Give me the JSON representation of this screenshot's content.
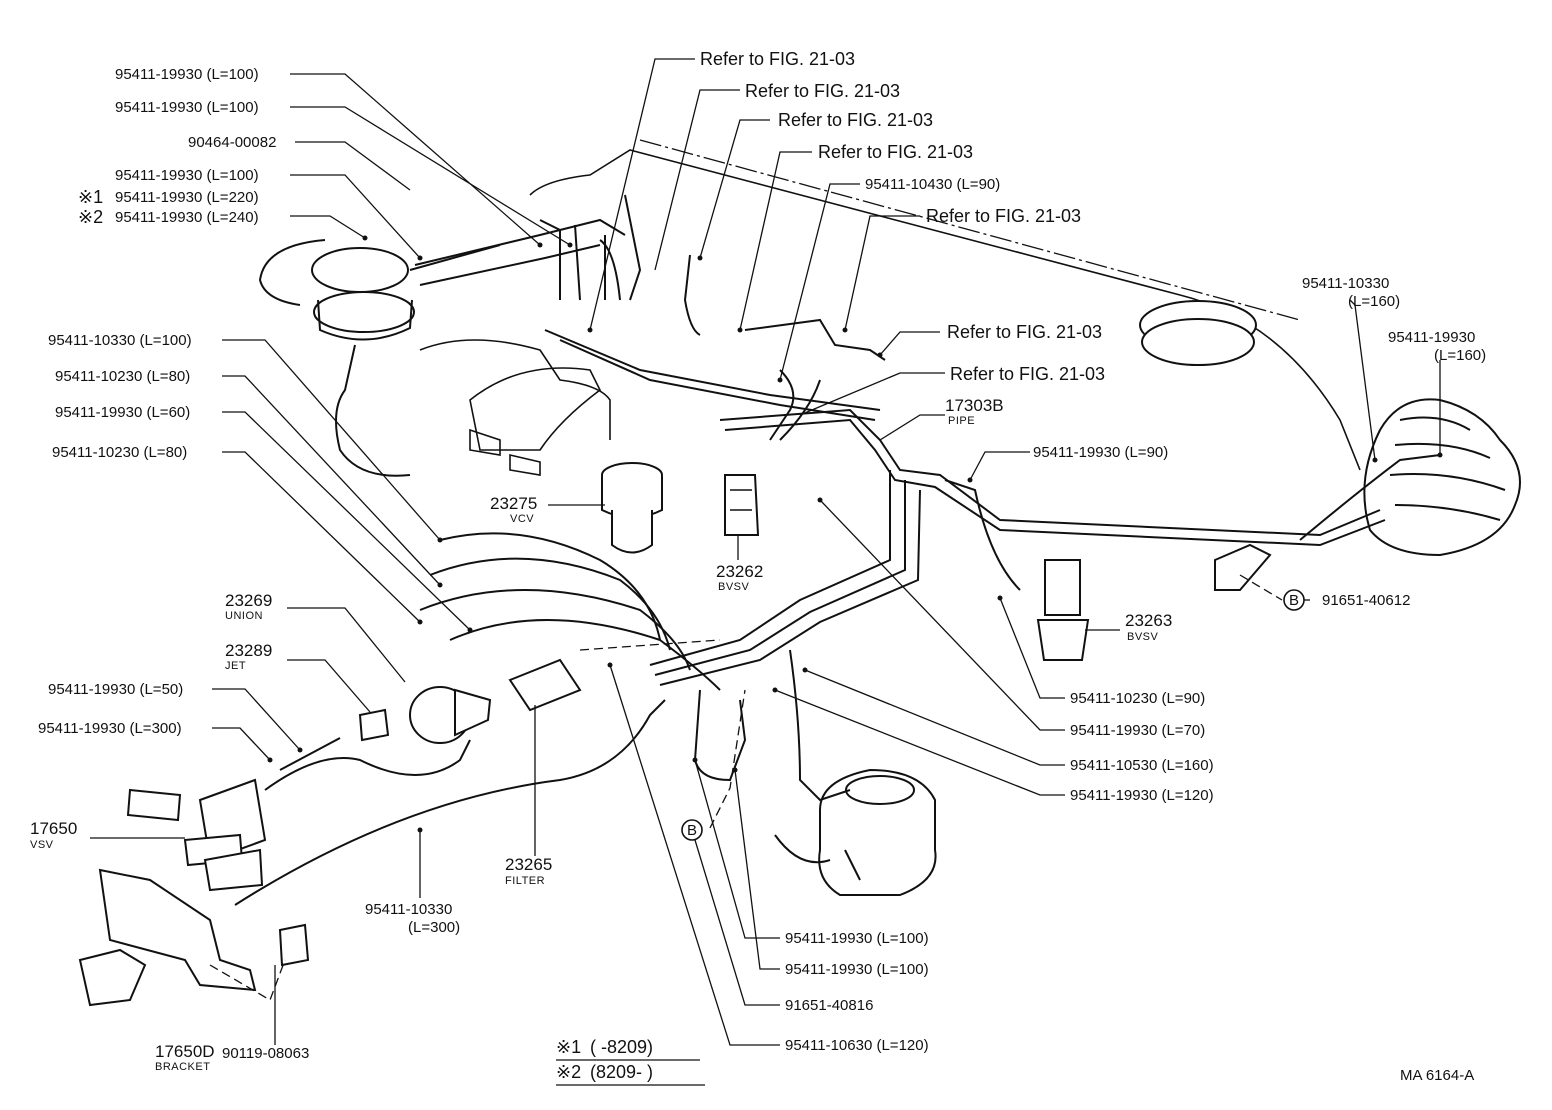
{
  "callouts": {
    "c01": "95411-19930 (L=100)",
    "c02": "95411-19930 (L=100)",
    "c03": "90464-00082",
    "c04": "95411-19930 (L=100)",
    "c05": "95411-19930 (L=220)",
    "c06": "95411-19930 (L=240)",
    "mark1": "※1",
    "mark2": "※2",
    "c07": "95411-10330 (L=100)",
    "c08": "95411-10230 (L=80)",
    "c09": "95411-19930 (L=60)",
    "c10": "95411-10230 (L=80)",
    "c11": "95411-19930 (L=50)",
    "c12": "95411-19930 (L=300)",
    "c13": "95411-10330",
    "c13b": "(L=300)",
    "c14": "95411-19930 (L=100)",
    "c15": "95411-19930 (L=100)",
    "c16": "91651-40816",
    "c17": "95411-10630 (L=120)",
    "c18": "90119-08063",
    "c19": "95411-10430 (L=90)",
    "c20": "95411-10330",
    "c20b": "(L=160)",
    "c21": "95411-19930",
    "c21b": "(L=160)",
    "c22": "95411-19930 (L=90)",
    "c23": "91651-40612",
    "c24": "95411-10230 (L=90)",
    "c25": "95411-19930 (L=70)",
    "c26": "95411-10530 (L=160)",
    "c27": "95411-19930 (L=120)"
  },
  "refs": {
    "r1": "Refer to FIG. 21-03",
    "r2": "Refer to FIG. 21-03",
    "r3": "Refer to FIG. 21-03",
    "r4": "Refer to FIG. 21-03",
    "r5": "Refer to FIG. 21-03",
    "r6": "Refer to FIG. 21-03",
    "r7": "Refer to FIG. 21-03"
  },
  "parts": {
    "p23275": {
      "num": "23275",
      "name": "VCV"
    },
    "p23262": {
      "num": "23262",
      "name": "BVSV"
    },
    "p17303": {
      "num": "17303B",
      "name": "PIPE"
    },
    "p23263": {
      "num": "23263",
      "name": "BVSV"
    },
    "p23269": {
      "num": "23269",
      "name": "UNION"
    },
    "p23289": {
      "num": "23289",
      "name": "JET"
    },
    "p17650": {
      "num": "17650",
      "name": "VSV"
    },
    "p23265": {
      "num": "23265",
      "name": "FILTER"
    },
    "p17650d": {
      "num": "17650D",
      "name": "BRACKET"
    }
  },
  "markers": {
    "b": "B"
  },
  "footnotes": {
    "f1_mark": "※1",
    "f1_text": "(        -8209)",
    "f2_mark": "※2",
    "f2_text": "(8209-          )"
  },
  "figure_code": "MA  6164-A"
}
